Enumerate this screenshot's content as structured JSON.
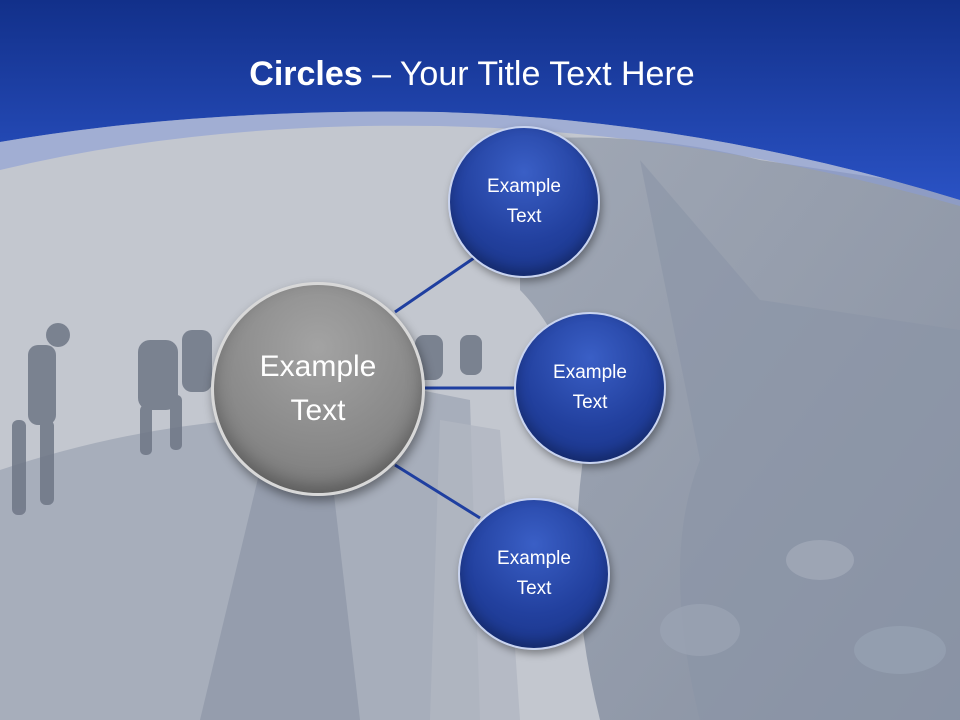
{
  "title": {
    "bold": "Circles",
    "rest": " – Your Title Text Here"
  },
  "center": {
    "label": "Example Text"
  },
  "nodes": [
    {
      "label": "Example Text"
    },
    {
      "label": "Example Text"
    },
    {
      "label": "Example Text"
    }
  ],
  "colors": {
    "header_blue": "#1d43b0",
    "circle_blue": "#22409e",
    "circle_gray": "#8a8a8a",
    "connector": "#1f3fa0"
  }
}
